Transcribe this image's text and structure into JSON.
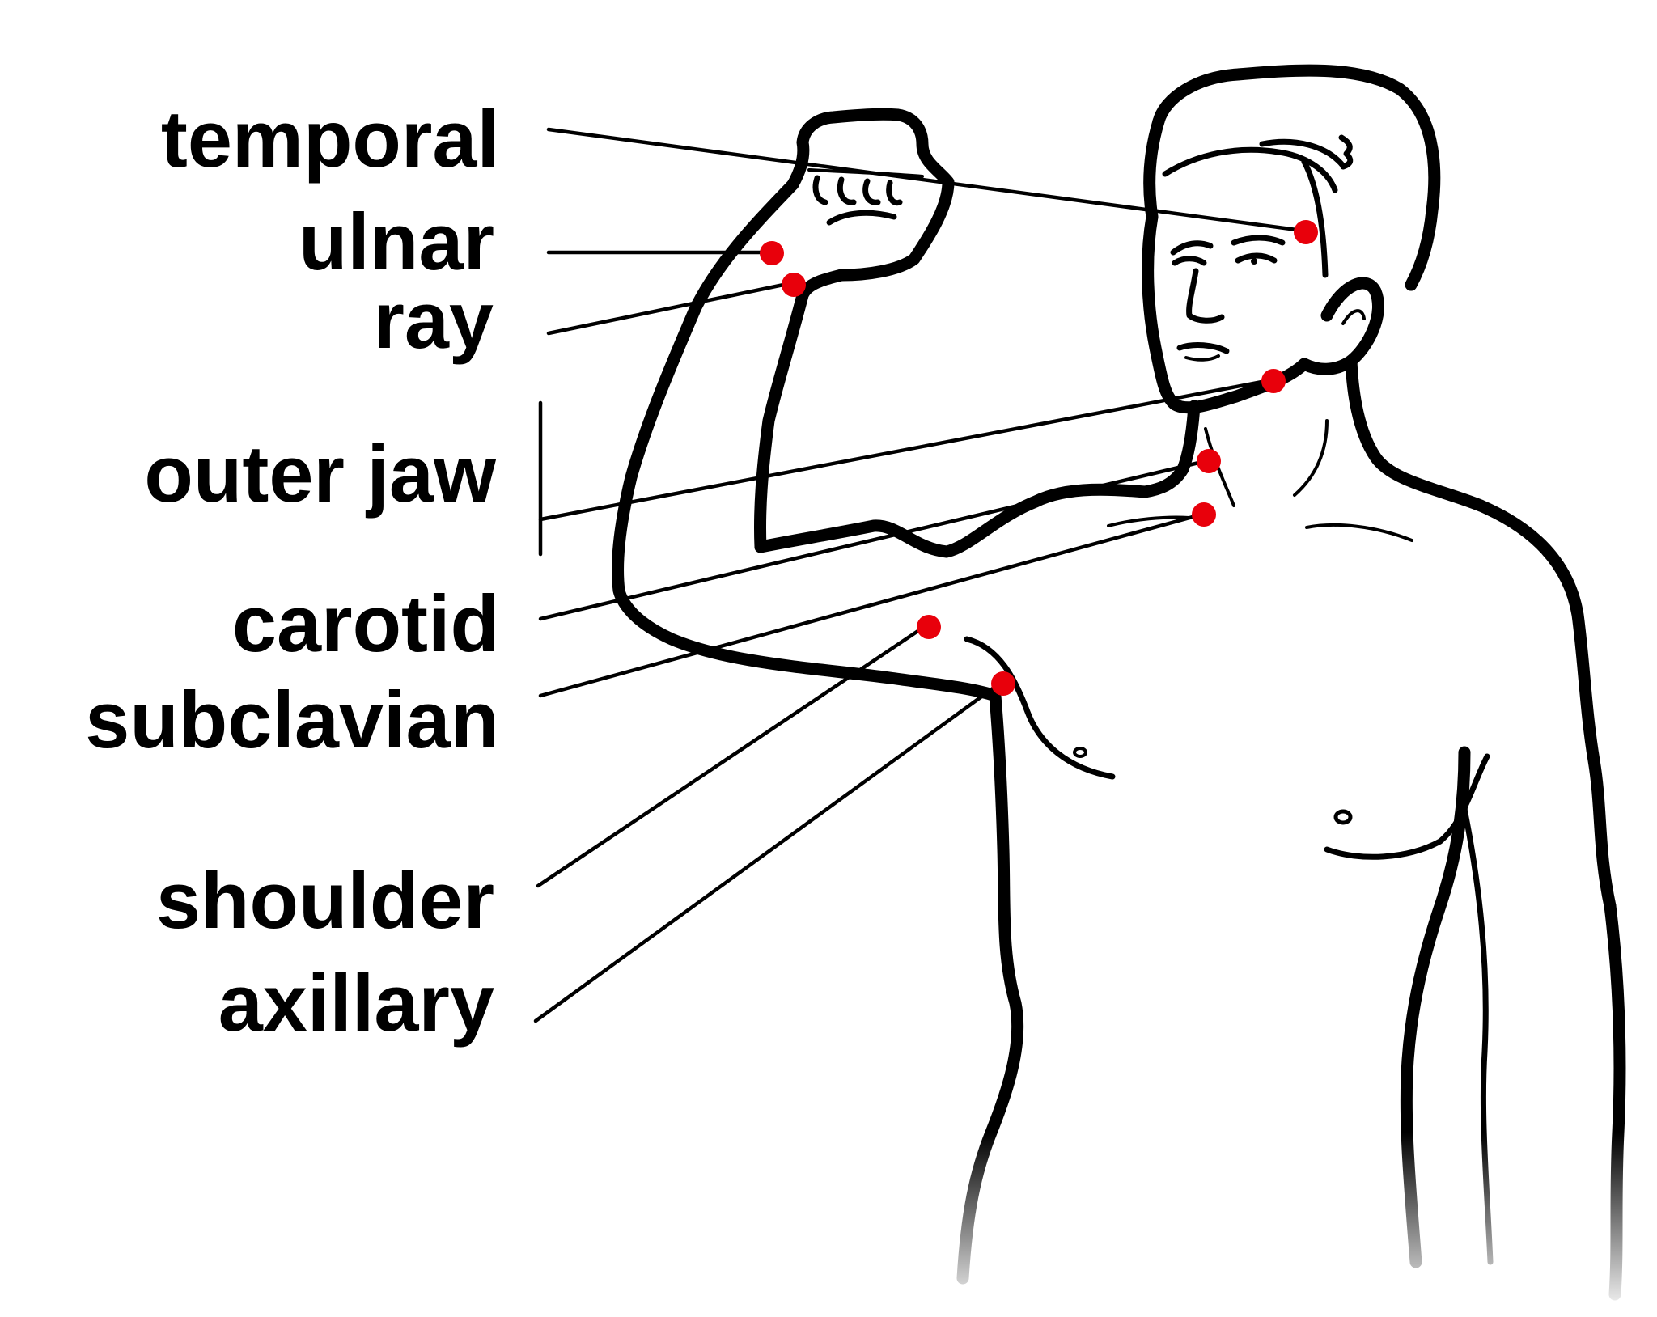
{
  "labels": {
    "temporal": "temporal",
    "ulnar": "ulnar",
    "ray": "ray",
    "outer_jaw": "outer jaw",
    "carotid": "carotid",
    "subclavian": "subclavian",
    "shoulder": "shoulder",
    "axillary": "axillary"
  },
  "colors": {
    "pulse_point": "#e8000b",
    "ink": "#000000",
    "background": "#ffffff"
  }
}
